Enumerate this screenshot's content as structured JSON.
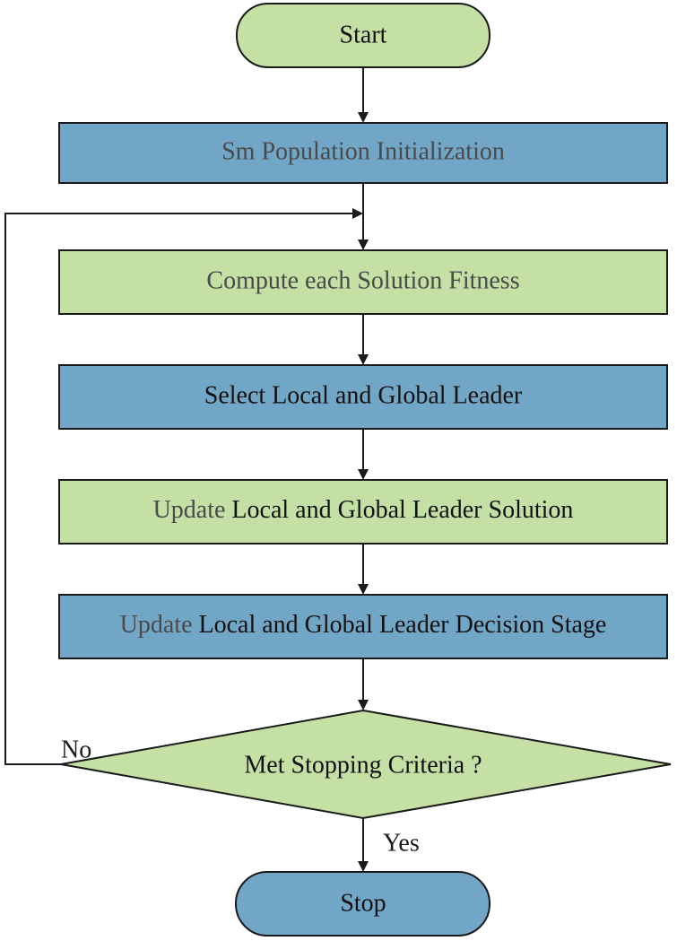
{
  "colors": {
    "green_fill": "#c5e0a5",
    "blue_fill": "#72a6c6",
    "stroke": "#1a1a1a",
    "text_dark": "#111111",
    "text_grey": "#4a4a4a"
  },
  "nodes": {
    "start": {
      "label": "Start"
    },
    "init": {
      "label": "Sm Population Initialization"
    },
    "fitness": {
      "label": "Compute each Solution Fitness"
    },
    "select": {
      "label": "Select Local and Global Leader"
    },
    "update_solution": {
      "prefix": "Update",
      "label": "Local and Global Leader Solution"
    },
    "update_decision": {
      "prefix": "Update",
      "label": "Local and Global Leader Decision Stage"
    },
    "decision": {
      "label": "Met Stopping Criteria ?"
    },
    "stop": {
      "label": "Stop"
    }
  },
  "edge_labels": {
    "no": "No",
    "yes": "Yes"
  }
}
